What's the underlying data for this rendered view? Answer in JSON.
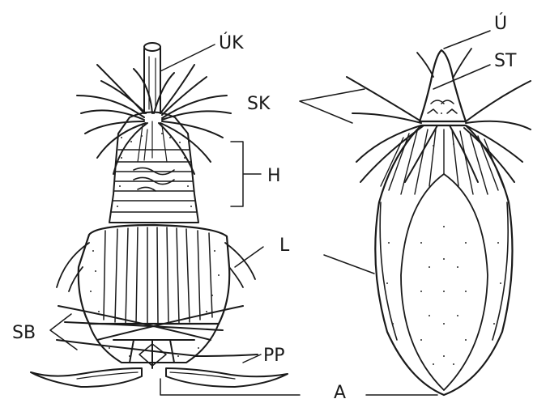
{
  "labels": {
    "uk": "ÚK",
    "sk": "SK",
    "h": "H",
    "l": "L",
    "sb": "SB",
    "pp": "PP",
    "a": "A",
    "u": "Ú",
    "st": "ST"
  },
  "colors": {
    "ink": "#1a1a1a",
    "paper": "#ffffff"
  }
}
